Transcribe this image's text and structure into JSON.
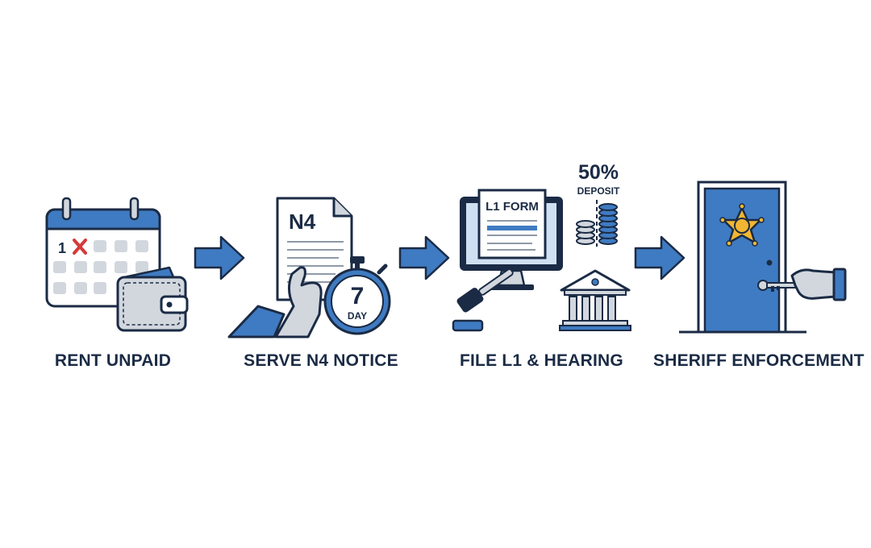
{
  "steps": [
    {
      "label": "RENT UNPAID",
      "icon": "calendar-wallet-icon",
      "calendar_day": "1"
    },
    {
      "label": "SERVE N4 NOTICE",
      "icon": "notice-stopwatch-icon",
      "form_name": "N4",
      "timer_number": "7",
      "timer_unit": "DAY"
    },
    {
      "label": "FILE L1 & HEARING",
      "icon": "computer-gavel-bank-icon",
      "form_name": "L1 FORM",
      "deposit_percent": "50%",
      "deposit_text": "DEPOSIT"
    },
    {
      "label": "SHERIFF ENFORCEMENT",
      "icon": "door-sheriff-key-icon"
    }
  ],
  "colors": {
    "navy": "#1b2b45",
    "blue": "#3f7bc2",
    "light_blue": "#cfe0f3",
    "gray": "#d2d7de",
    "red": "#d63a3a",
    "gold": "#f2b632"
  }
}
